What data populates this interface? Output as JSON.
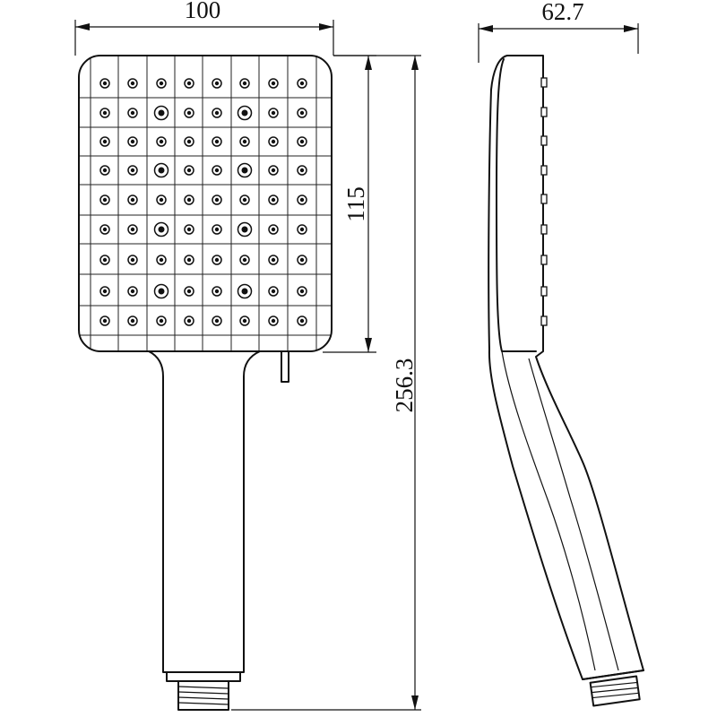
{
  "dimensions": {
    "front_width": "100",
    "head_height": "115",
    "total_length": "256.3",
    "side_depth": "62.7"
  },
  "colors": {
    "line": "#111111",
    "background": "#ffffff"
  }
}
